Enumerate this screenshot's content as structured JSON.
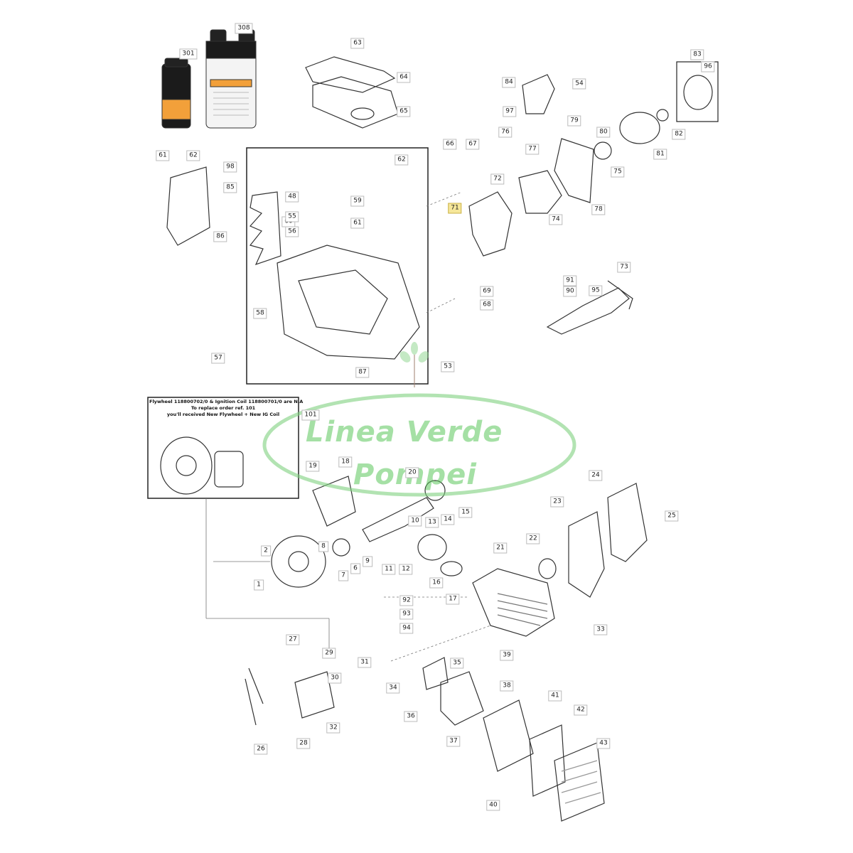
{
  "watermark": {
    "line1": "Linea Verde",
    "line2": "Pompei",
    "color": "#5cc85c"
  },
  "note": [
    "Flywheel 118800702/0 & Ignition Coil 118800701/0 are N.A",
    "To replace order ref. 101",
    "you'll received New Flywheel + New IG Coil"
  ],
  "highlight_color": "#f6e79a",
  "labels": [
    "308",
    "301",
    "63",
    "64",
    "65",
    "84",
    "54",
    "97",
    "79",
    "80",
    "81",
    "82",
    "83",
    "96",
    "76",
    "77",
    "75",
    "78",
    "74",
    "72",
    "71",
    "66",
    "67",
    "61",
    "62",
    "98",
    "85",
    "86",
    "60",
    "62",
    "48",
    "59",
    "55",
    "56",
    "61",
    "58",
    "57",
    "87",
    "53",
    "69",
    "68",
    "91",
    "90",
    "95",
    "73",
    "101",
    "19",
    "18",
    "20",
    "10",
    "15",
    "14",
    "13",
    "21",
    "2",
    "6",
    "7",
    "8",
    "9",
    "11",
    "12",
    "16",
    "1",
    "17",
    "92",
    "93",
    "94",
    "24",
    "23",
    "25",
    "22",
    "33",
    "27",
    "29",
    "31",
    "30",
    "26",
    "28",
    "32",
    "34",
    "35",
    "36",
    "37",
    "39",
    "38",
    "41",
    "42",
    "43",
    "40"
  ]
}
